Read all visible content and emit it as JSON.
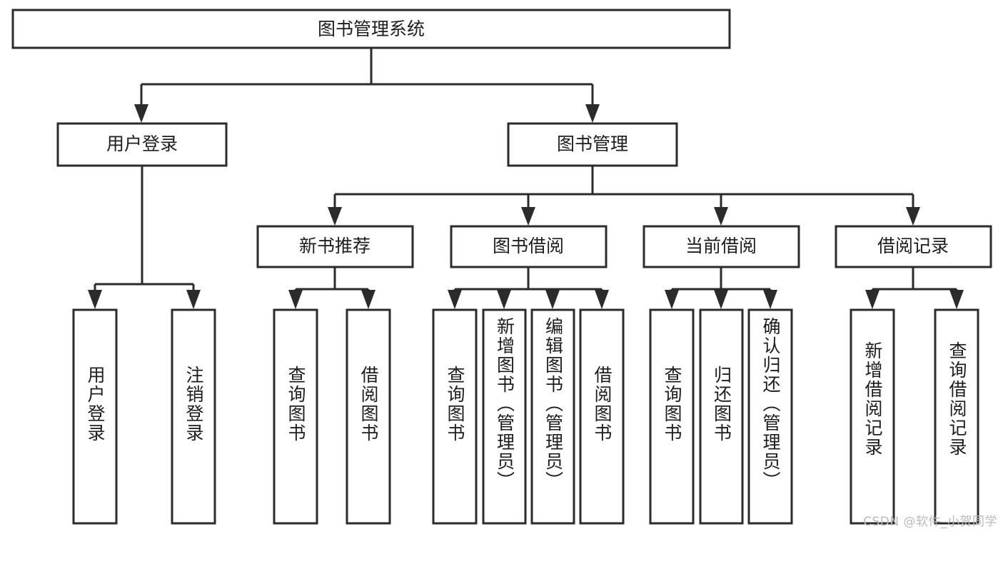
{
  "diagram": {
    "title": "图书管理系统",
    "type": "hierarchy-tree",
    "watermark": "CSDN @软件_小贺同学",
    "colors": {
      "stroke": "#2b2b2b",
      "fill": "#ffffff",
      "text": "#1d1d1d",
      "watermark": "#b9b9b9"
    },
    "root": {
      "label": "图书管理系统"
    },
    "level2": [
      {
        "label": "用户登录"
      },
      {
        "label": "图书管理"
      }
    ],
    "level3": [
      {
        "label": "新书推荐"
      },
      {
        "label": "图书借阅"
      },
      {
        "label": "当前借阅"
      },
      {
        "label": "借阅记录"
      }
    ],
    "leaves": {
      "user_login": [
        {
          "label": "用户登录"
        },
        {
          "label": "注销登录"
        }
      ],
      "new_book": [
        {
          "label": "查询图书"
        },
        {
          "label": "借阅图书"
        }
      ],
      "borrow": [
        {
          "label": "查询图书"
        },
        {
          "label": "新增图书（管理员）"
        },
        {
          "label": "编辑图书（管理员）"
        },
        {
          "label": "借阅图书"
        }
      ],
      "current": [
        {
          "label": "查询图书"
        },
        {
          "label": "归还图书"
        },
        {
          "label": "确认归还（管理员）"
        }
      ],
      "records": [
        {
          "label": "新增借阅记录"
        },
        {
          "label": "查询借阅记录"
        }
      ]
    }
  }
}
